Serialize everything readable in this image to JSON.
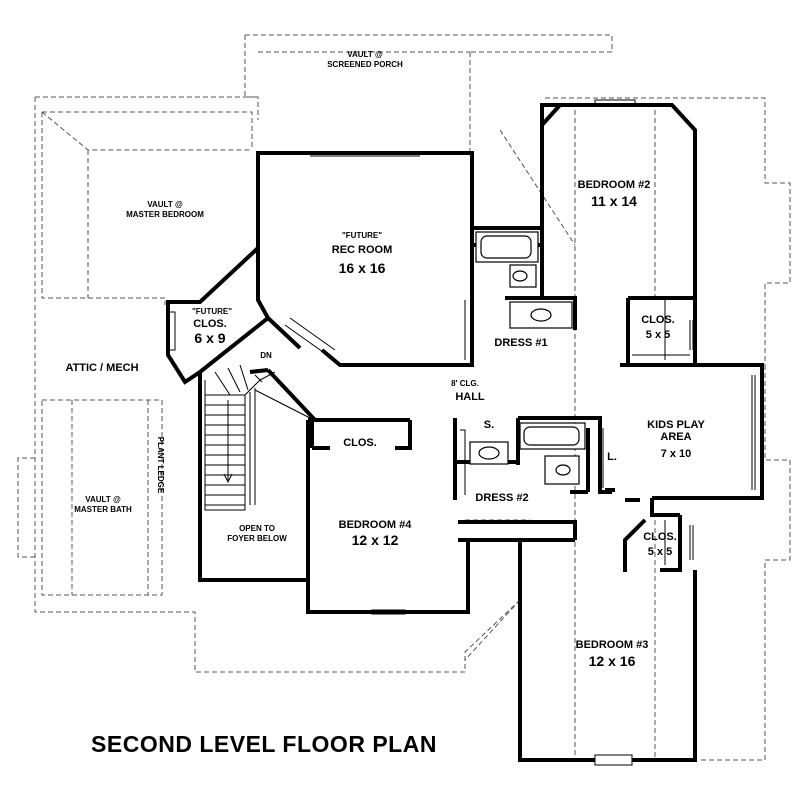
{
  "title": "SECOND LEVEL FLOOR PLAN",
  "rooms": {
    "porch": {
      "line1": "VAULT @",
      "line2": "SCREENED PORCH"
    },
    "master_bed_vault": {
      "line1": "VAULT @",
      "line2": "MASTER BEDROOM"
    },
    "rec_room": {
      "note": "\"FUTURE\"",
      "name": "REC ROOM",
      "size": "16 x 16"
    },
    "future_closet": {
      "note": "\"FUTURE\"",
      "name": "CLOS.",
      "size": "6 x 9"
    },
    "attic": {
      "name": "ATTIC / MECH"
    },
    "stair_dn": "DN",
    "master_bath_vault": {
      "line1": "VAULT @",
      "line2": "MASTER BATH"
    },
    "plant_ledge": "PLANT LEDGE",
    "open_foyer": {
      "line1": "OPEN TO",
      "line2": "FOYER BELOW"
    },
    "bedroom2": {
      "name": "BEDROOM #2",
      "size": "11 x 14"
    },
    "clos_b2": {
      "name": "CLOS.",
      "size": "5 x 5"
    },
    "dress1": {
      "name": "DRESS #1"
    },
    "hall": {
      "note": "8' CLG.",
      "name": "HALL"
    },
    "kids_play": {
      "line1": "KIDS PLAY",
      "line2": "AREA",
      "size": "7 x 10"
    },
    "bath_s": "S.",
    "bath_l": "L.",
    "clos_b4": {
      "name": "CLOS."
    },
    "dress2": {
      "name": "DRESS #2"
    },
    "bedroom4": {
      "name": "BEDROOM #4",
      "size": "12 x 12"
    },
    "clos_b3": {
      "name": "CLOS.",
      "size": "5 x 5"
    },
    "bedroom3": {
      "name": "BEDROOM #3",
      "size": "12 x 16"
    }
  }
}
